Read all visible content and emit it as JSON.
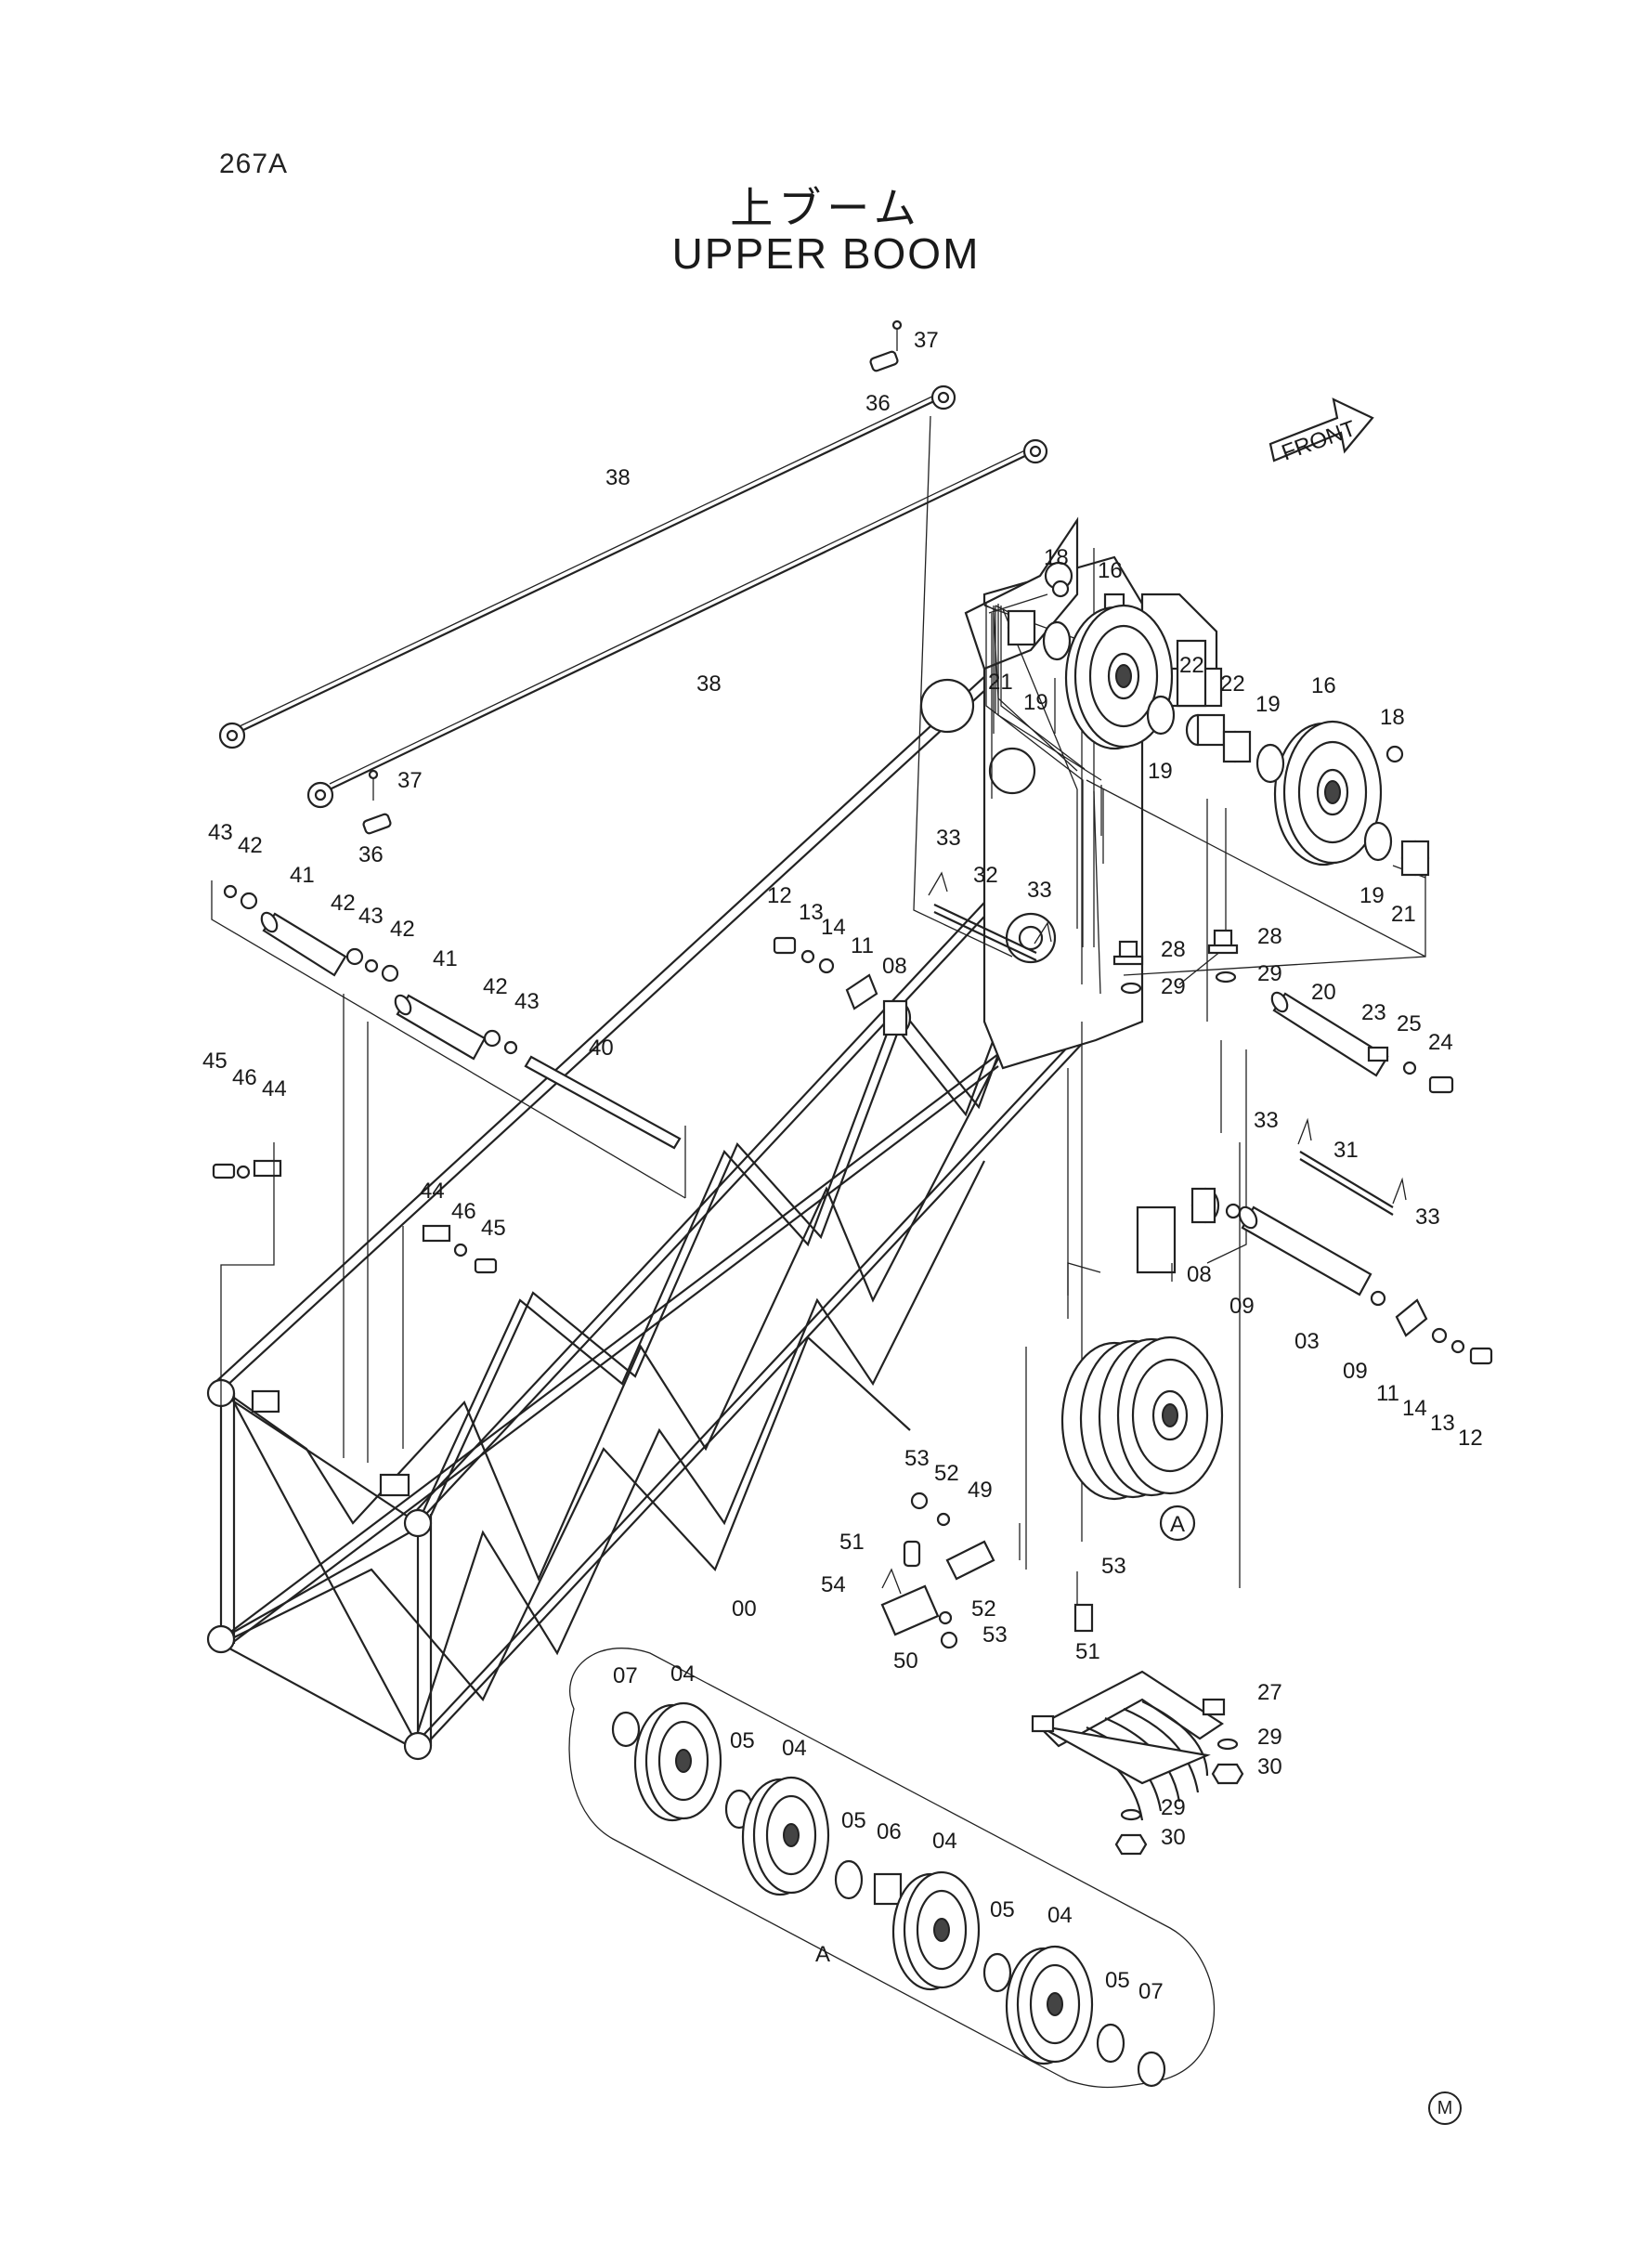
{
  "page_code": "267A",
  "title_jp": "上ブーム",
  "title_en": "UPPER BOOM",
  "front_label": "FRONT",
  "detail_ref": "A",
  "corner_mark": "M",
  "part_labels": {
    "p00": "00",
    "p03": "03",
    "p04": "04",
    "p05": "05",
    "p06": "06",
    "p07": "07",
    "p08": "08",
    "p09": "09",
    "p11": "11",
    "p12": "12",
    "p13": "13",
    "p14": "14",
    "p16": "16",
    "p18": "18",
    "p19": "19",
    "p20": "20",
    "p21": "21",
    "p22": "22",
    "p23": "23",
    "p24": "24",
    "p25": "25",
    "p27": "27",
    "p28": "28",
    "p29": "29",
    "p30": "30",
    "p31": "31",
    "p32": "32",
    "p33": "33",
    "p36": "36",
    "p37": "37",
    "p38": "38",
    "p40": "40",
    "p41": "41",
    "p42": "42",
    "p43": "43",
    "p44": "44",
    "p45": "45",
    "p46": "46",
    "p49": "49",
    "p50": "50",
    "p51": "51",
    "p52": "52",
    "p53": "53",
    "p54": "54"
  }
}
